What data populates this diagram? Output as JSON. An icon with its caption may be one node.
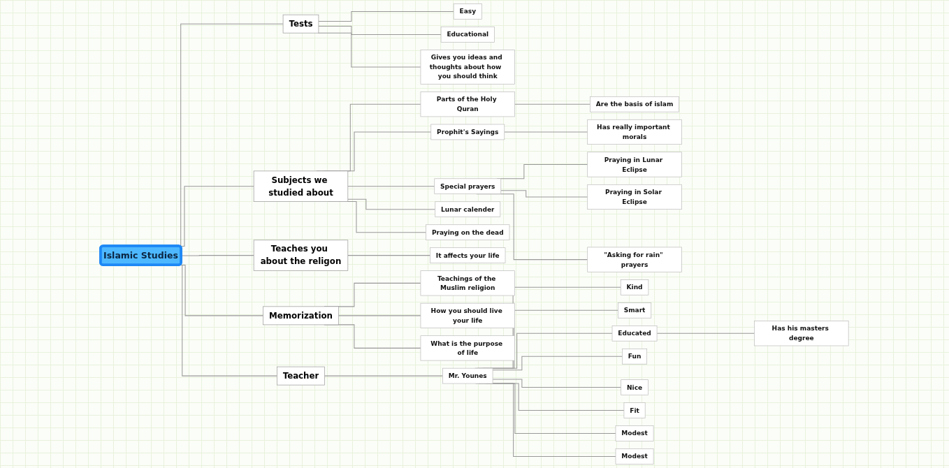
{
  "diagram": {
    "nodes": [
      {
        "text": [
          "Islamic Studies"
        ]
      },
      {
        "text": [
          "Tests"
        ]
      },
      {
        "text": [
          "Easy"
        ]
      },
      {
        "text": [
          "Educational"
        ]
      },
      {
        "text": [
          "Gives you ideas and thoughts about how  you should think"
        ]
      },
      {
        "text": [
          "Subjects we studied about"
        ]
      },
      {
        "text": [
          "Parts of the Holy Quran"
        ]
      },
      {
        "text": [
          "Are the basis of islam"
        ]
      },
      {
        "text": [
          "Prophit's Sayings"
        ]
      },
      {
        "text": [
          "Has really important morals"
        ]
      },
      {
        "text": [
          "Special prayers"
        ]
      },
      {
        "text": [
          "Praying in Lunar Eclipse"
        ]
      },
      {
        "text": [
          "Praying in Solar Eclipse"
        ]
      },
      {
        "text": [
          "\"Asking for rain\" prayers"
        ]
      },
      {
        "text": [
          "Lunar calender"
        ]
      },
      {
        "text": [
          "Praying on the dead"
        ]
      },
      {
        "text": [
          "Teaches you about the religon"
        ]
      },
      {
        "text": [
          "It affects your life"
        ]
      },
      {
        "text": [
          "Memorization"
        ]
      },
      {
        "text": [
          "Teachings of the Muslim religion"
        ]
      },
      {
        "text": [
          "How you should live your life"
        ]
      },
      {
        "text": [
          "What is the purpose of life"
        ]
      },
      {
        "text": [
          "Teacher"
        ]
      },
      {
        "text": [
          "Mr. Younes"
        ]
      },
      {
        "text": [
          "Kind"
        ]
      },
      {
        "text": [
          "Smart"
        ]
      },
      {
        "text": [
          "Educated"
        ]
      },
      {
        "text": [
          "Has his masters degree"
        ]
      },
      {
        "text": [
          "Fun"
        ]
      },
      {
        "text": [
          "Nice"
        ]
      },
      {
        "text": [
          "Fit"
        ]
      },
      {
        "text": [
          "Modest"
        ]
      },
      {
        "text": [
          "Modest"
        ]
      }
    ],
    "edges": [
      {
        "from": 0,
        "to": 1,
        "arrow": "none"
      },
      {
        "from": 1,
        "to": 2,
        "arrow": "none"
      },
      {
        "from": 1,
        "to": 3,
        "arrow": "none"
      },
      {
        "from": 1,
        "to": 4,
        "arrow": "none"
      },
      {
        "from": 0,
        "to": 5,
        "arrow": "none"
      },
      {
        "from": 5,
        "to": 6,
        "arrow": "none"
      },
      {
        "from": 6,
        "to": 7,
        "arrow": "none"
      },
      {
        "from": 5,
        "to": 8,
        "arrow": "none"
      },
      {
        "from": 8,
        "to": 9,
        "arrow": "none"
      },
      {
        "from": 5,
        "to": 10,
        "arrow": "none"
      },
      {
        "from": 10,
        "to": 11,
        "arrow": "none"
      },
      {
        "from": 10,
        "to": 12,
        "arrow": "none"
      },
      {
        "from": 10,
        "to": 13,
        "arrow": "none"
      },
      {
        "from": 5,
        "to": 14,
        "arrow": "none"
      },
      {
        "from": 5,
        "to": 15,
        "arrow": "none"
      },
      {
        "from": 0,
        "to": 16,
        "arrow": "none"
      },
      {
        "from": 16,
        "to": 17,
        "arrow": "none"
      },
      {
        "from": 0,
        "to": 18,
        "arrow": "none"
      },
      {
        "from": 18,
        "to": 19,
        "arrow": "none"
      },
      {
        "from": 18,
        "to": 20,
        "arrow": "none"
      },
      {
        "from": 18,
        "to": 21,
        "arrow": "none"
      },
      {
        "from": 0,
        "to": 22,
        "arrow": "none"
      },
      {
        "from": 22,
        "to": 23,
        "arrow": "none"
      },
      {
        "from": 23,
        "to": 24,
        "arrow": "none"
      },
      {
        "from": 23,
        "to": 25,
        "arrow": "none"
      },
      {
        "from": 23,
        "to": 26,
        "arrow": "none"
      },
      {
        "from": 26,
        "to": 27,
        "arrow": "none"
      },
      {
        "from": 23,
        "to": 28,
        "arrow": "none"
      },
      {
        "from": 23,
        "to": 29,
        "arrow": "none"
      },
      {
        "from": 23,
        "to": 30,
        "arrow": "none"
      },
      {
        "from": 23,
        "to": 31,
        "arrow": "none"
      },
      {
        "from": 23,
        "to": 32,
        "arrow": "none"
      }
    ]
  }
}
